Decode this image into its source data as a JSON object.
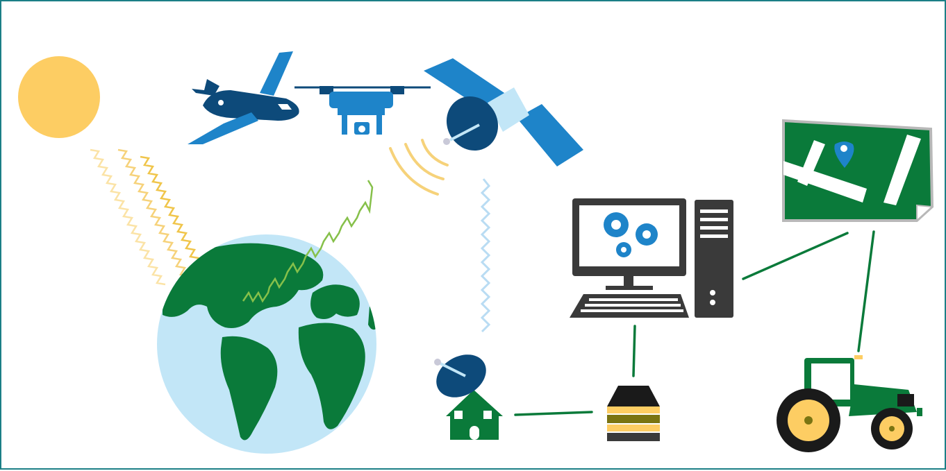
{
  "diagram": {
    "nodes": [
      {
        "id": "sun",
        "icon": "sun-icon"
      },
      {
        "id": "airplane",
        "icon": "airplane-icon"
      },
      {
        "id": "drone",
        "icon": "drone-icon"
      },
      {
        "id": "satellite",
        "icon": "satellite-icon"
      },
      {
        "id": "earth",
        "icon": "earth-globe-icon"
      },
      {
        "id": "ground-station",
        "icon": "ground-station-icon"
      },
      {
        "id": "database",
        "icon": "database-icon"
      },
      {
        "id": "computer",
        "icon": "computer-workstation-icon"
      },
      {
        "id": "field-map",
        "icon": "field-map-icon"
      },
      {
        "id": "tractor",
        "icon": "tractor-icon"
      }
    ],
    "links": [
      {
        "from": "ground-station",
        "to": "database"
      },
      {
        "from": "database",
        "to": "computer"
      },
      {
        "from": "computer",
        "to": "field-map"
      },
      {
        "from": "field-map",
        "to": "tractor"
      }
    ],
    "signals": [
      {
        "from": "sun",
        "to": "earth",
        "kind": "sunlight"
      },
      {
        "from": "earth",
        "to": "sky",
        "kind": "reflected-radiation"
      },
      {
        "from": "satellite",
        "to": "ground-station",
        "kind": "downlink"
      }
    ],
    "colors": {
      "border": "#1b7f86",
      "sun": "#fdcd63",
      "ocean": "#c2e6f7",
      "land": "#0a7a3a",
      "navy": "#0d4a7a",
      "blue": "#1e84c9",
      "sunlight": "#f6d27a",
      "radiation": "#86c04a",
      "downlink": "#b9dcf3",
      "link": "#0a7a3a",
      "dark": "#3a3a3a"
    }
  }
}
